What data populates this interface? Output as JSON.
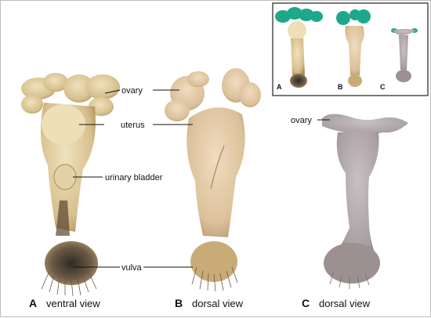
{
  "labels": {
    "ovary": "ovary",
    "uterus": "uterus",
    "urinary_bladder": "urinary bladder",
    "vulva": "vulva",
    "ovary_c": "ovary"
  },
  "panels": [
    {
      "letter": "A",
      "caption": "ventral view"
    },
    {
      "letter": "B",
      "caption": "dorsal view"
    },
    {
      "letter": "C",
      "caption": "dorsal view"
    }
  ],
  "inset": {
    "letters": [
      "A",
      "B",
      "C"
    ]
  },
  "colors": {
    "tissue_yellow": "#d8c08e",
    "tissue_shadow": "#a88a55",
    "tissue_grey": "#a8a0a0",
    "ovary_highlight": "#1ea88a",
    "vulva_dark": "#3a2f25",
    "hair": "#6b5a45"
  }
}
